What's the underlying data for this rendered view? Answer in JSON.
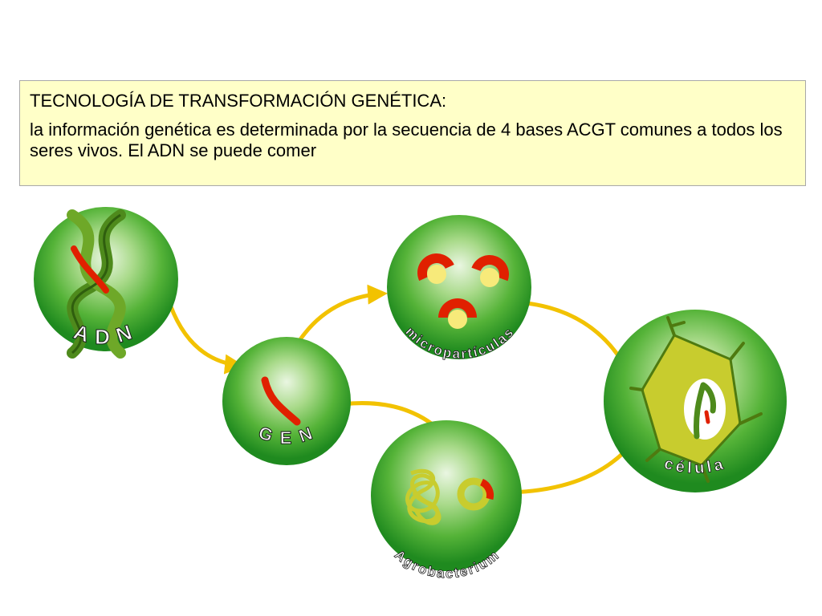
{
  "header": {
    "title": "TECNOLOGÍA DE TRANSFORMACIÓN GENÉTICA:",
    "body": "la información genética es determinada por la secuencia de 4 bases ACGT comunes  a todos los seres vivos. El ADN se puede comer"
  },
  "nodes": {
    "adn": "A D N",
    "gen": "G E N",
    "micro": "micropartículas",
    "agro": "Agrobacterium",
    "celula": "célula"
  },
  "colors": {
    "box_fill": "#ffffc8",
    "sphere_light": "#e8f5e0",
    "sphere_mid": "#6cc44a",
    "sphere_dark": "#1e8a1e",
    "arrow": "#f2c200",
    "gene_red": "#e02000",
    "cell_yellow": "#c8cc2e"
  }
}
